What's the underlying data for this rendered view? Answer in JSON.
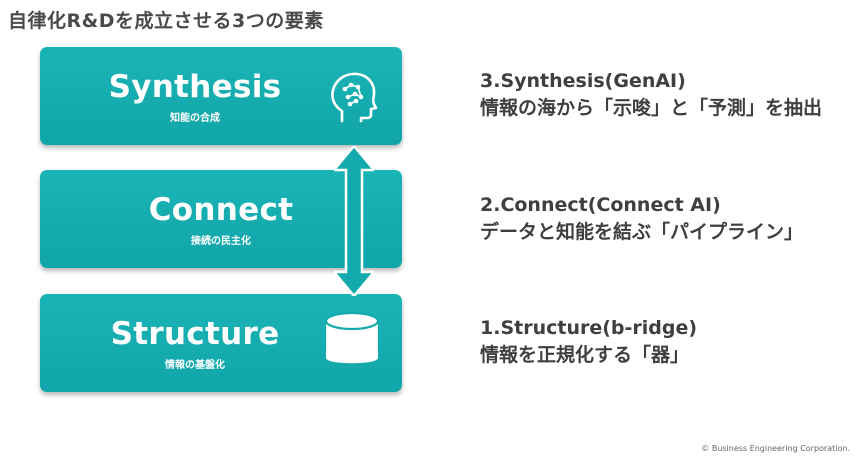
{
  "title": "自律化R&Dを成立させる3つの要素",
  "boxes": {
    "synthesis": {
      "label": "Synthesis",
      "sub": "知能の合成"
    },
    "connect": {
      "label": "Connect",
      "sub": "接続の民主化"
    },
    "structure": {
      "label": "Structure",
      "sub": "情報の基盤化"
    }
  },
  "descriptions": {
    "synthesis": {
      "heading": "3.Synthesis(GenAI)",
      "detail": "情報の海から「示唆」と「予測」を抽出"
    },
    "connect": {
      "heading": "2.Connect(Connect AI)",
      "detail": "データと知能を結ぶ「パイプライン」"
    },
    "structure": {
      "heading": "1.Structure(b-ridge)",
      "detail": "情報を正規化する「器」"
    }
  },
  "copyright": "© Business Engineering Corporation.",
  "colors": {
    "box": "#13aaad",
    "arrow": "#13aaad"
  },
  "icons": {
    "synthesis": "ai-head-icon",
    "structure": "database-icon",
    "link": "double-arrow-icon"
  }
}
